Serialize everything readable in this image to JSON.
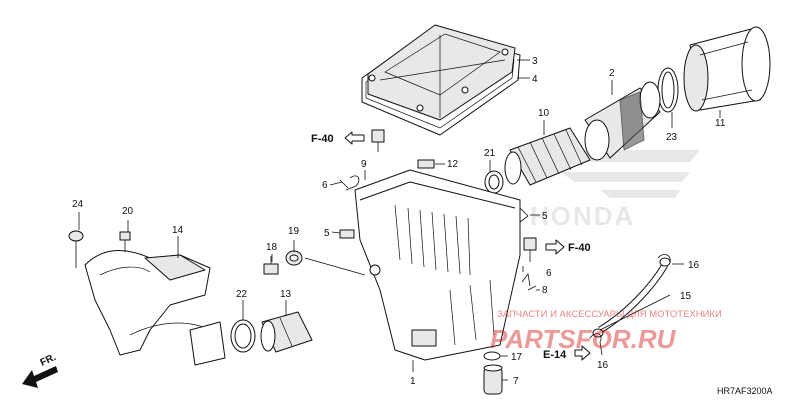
{
  "callouts": {
    "p1": "1",
    "p2": "2",
    "p3": "3",
    "p4": "4",
    "p5a": "5",
    "p5b": "5",
    "p6a": "6",
    "p6b": "6",
    "p7": "7",
    "p8": "8",
    "p9": "9",
    "p10": "10",
    "p11": "11",
    "p12": "12",
    "p13": "13",
    "p14": "14",
    "p15": "15",
    "p16a": "16",
    "p16b": "16",
    "p17": "17",
    "p18": "18",
    "p19": "19",
    "p20": "20",
    "p21": "21",
    "p22": "22",
    "p23": "23",
    "p24": "24"
  },
  "refs": {
    "f40_top": "F-40",
    "f40_right": "F-40",
    "e14": "E-14",
    "front": "FR."
  },
  "diagram_code": "HR7AF3200A",
  "watermark": {
    "brand": "HONDA",
    "tagline": "ЗАПЧАСТИ И АКСЕССУАРЫ ДЛЯ МОТОТЕХНИКИ",
    "site": "PARTSFOR.RU"
  },
  "colors": {
    "line": "#111111",
    "watermark_red": "#d32020",
    "watermark_gray": "#bfbfbf"
  }
}
